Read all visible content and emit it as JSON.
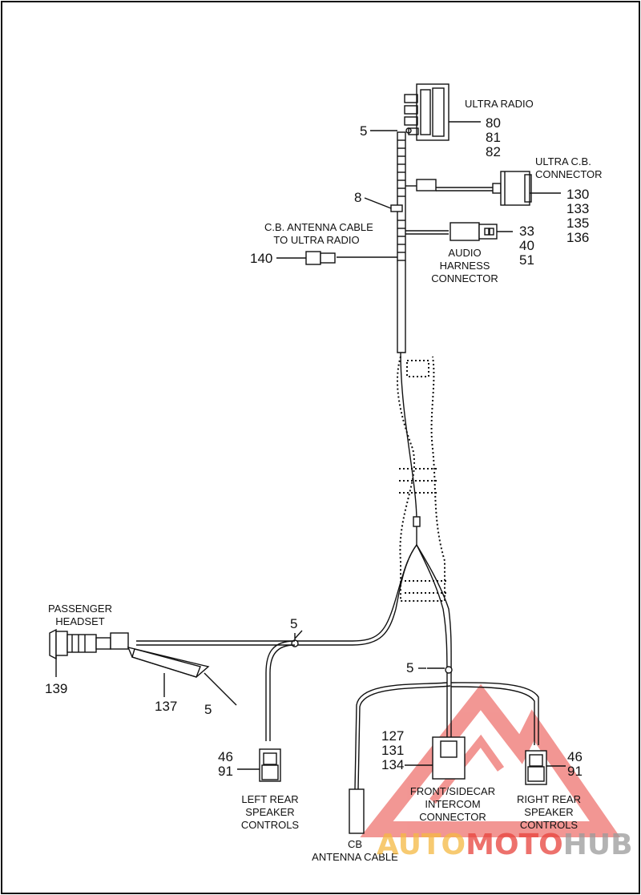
{
  "labels": {
    "ultra_radio": "ULTRA RADIO",
    "ultra_cb_connector": "ULTRA C.B.\nCONNECTOR",
    "cb_antenna_cable_to_radio": "C.B. ANTENNA CABLE\nTO ULTRA RADIO",
    "audio_harness_connector": "AUDIO\nHARNESS\nCONNECTOR",
    "passenger_headset": "PASSENGER\nHEADSET",
    "left_rear_speaker_controls": "LEFT REAR\nSPEAKER\nCONTROLS",
    "front_sidecar_intercom": "FRONT/SIDECAR\nINTERCOM\nCONNECTOR",
    "right_rear_speaker_controls": "RIGHT REAR\nSPEAKER\nCONTROLS",
    "cb_antenna_cable": "CB\nANTENNA CABLE"
  },
  "callouts": {
    "radio_parts": "80\n81\n82",
    "cb_conn_parts": "130\n133\n135\n136",
    "audio_parts": "33\n40\n51",
    "cb_cable_part": "140",
    "clip_top": "5",
    "grommet": "8",
    "headset_part": "139",
    "cover_part": "137",
    "clip_cover": "5",
    "clip_mid_left": "5",
    "clip_mid_right": "5",
    "left_speaker_parts": "46\n91",
    "intercom_parts": "127\n131\n134",
    "right_speaker_parts": "46\n91"
  },
  "watermark": {
    "part1": "AUTO",
    "part2": "MOTO",
    "part3": "HUB",
    "color1": "#f5b942",
    "color2": "#e8423c",
    "color3": "#9a9a9a"
  }
}
